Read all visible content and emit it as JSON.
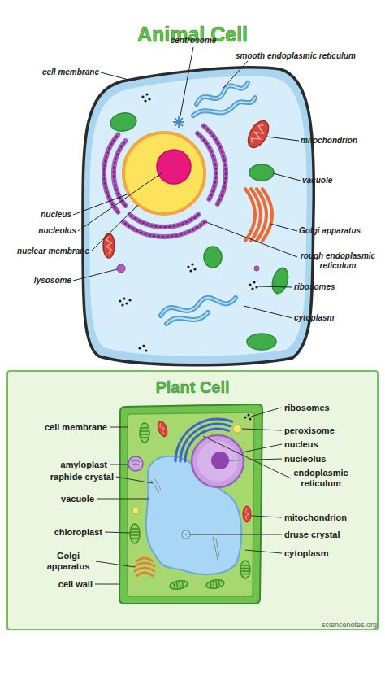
{
  "diagram": {
    "nodes": [
      {
        "text": [
          "Plant Cell"
        ]
      }
    ],
    "labels": [
      "Animal Cell",
      "cell membrane",
      "centrosome",
      "smooth endoplasmic reticulum",
      "mitochondrion",
      "vacuole",
      "nucleus",
      "nucleolus",
      "Golgi apparatus",
      "nuclear membrane",
      "rough endoplasmic reticulum",
      "lysosome",
      "ribosomes",
      "cytoplasm",
      "ribosomes",
      "cell membrane",
      "peroxisome",
      "nucleus",
      "amyloplast",
      "nucleolus",
      "raphide crystal",
      "endoplasmic reticulum",
      "vacuole",
      "mitochondrion",
      "chloroplast",
      "druse crystal",
      "Golgi apparatus",
      "cytoplasm",
      "cell wall",
      "sciencenotes.org"
    ]
  }
}
